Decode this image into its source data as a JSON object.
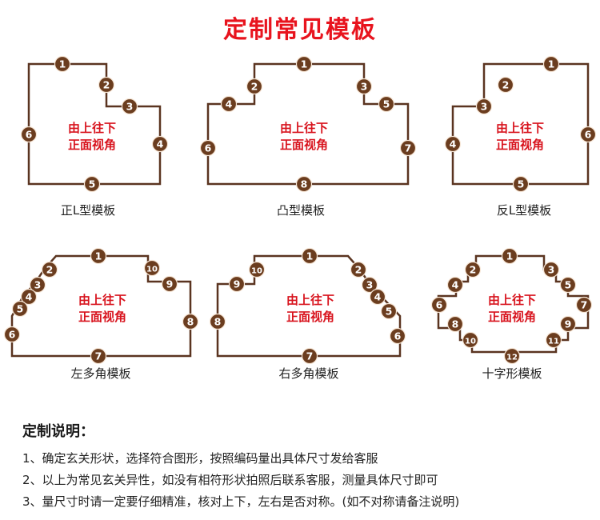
{
  "title": "定制常见模板",
  "center_text": [
    "由上往下",
    "正面视角"
  ],
  "colors": {
    "title": "#e8141e",
    "outline": "#5a3420",
    "badge": "#6b3d1f",
    "badge_text": "#ffffff",
    "center_text": "#d8141e"
  },
  "templates": [
    {
      "name": "正L型模板",
      "labels": [
        "1",
        "2",
        "3",
        "4",
        "5",
        "6"
      ]
    },
    {
      "name": "凸型模板",
      "labels": [
        "1",
        "2",
        "3",
        "4",
        "5",
        "6",
        "7",
        "8"
      ]
    },
    {
      "name": "反L型模板",
      "labels": [
        "1",
        "2",
        "3",
        "4",
        "5",
        "6"
      ]
    },
    {
      "name": "左多角模板",
      "labels": [
        "1",
        "2",
        "3",
        "4",
        "5",
        "6",
        "7",
        "8",
        "9",
        "10"
      ]
    },
    {
      "name": "右多角模板",
      "labels": [
        "1",
        "2",
        "3",
        "4",
        "5",
        "6",
        "7",
        "8",
        "9",
        "10"
      ]
    },
    {
      "name": "十字形模板",
      "labels": [
        "1",
        "2",
        "3",
        "4",
        "5",
        "6",
        "7",
        "8",
        "9",
        "10",
        "11",
        "12"
      ]
    }
  ],
  "instructions": {
    "heading": "定制说明：",
    "lines": [
      "1、确定玄关形状，选择符合图形，按照编码量出具体尺寸发给客服",
      "2、以上为常见玄关异性，如没有相符形状拍照后联系客服，测量具体尺寸即可",
      "3、量尺寸时请一定要仔细精准，核对上下，左右是否对称。(如不对称请备注说明)"
    ]
  }
}
